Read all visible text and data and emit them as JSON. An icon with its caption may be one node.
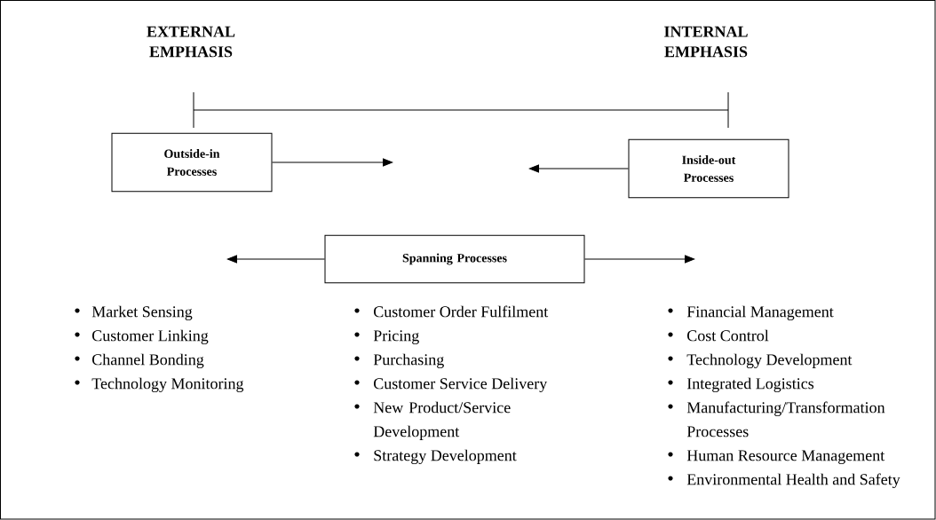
{
  "diagram": {
    "nodes": [
      {
        "text": [
          "Outside-in Processes"
        ]
      },
      {
        "text": [
          "Inside-out Processes"
        ]
      },
      {
        "text": [
          "Spanning Processes"
        ]
      }
    ],
    "edges": [
      {
        "from": 0,
        "to": null,
        "arrow": "to"
      },
      {
        "from": 1,
        "to": null,
        "arrow": "to"
      },
      {
        "from": 2,
        "to": null,
        "arrow": "to"
      },
      {
        "from": 2,
        "to": null,
        "arrow": "to"
      }
    ],
    "labels": [
      "EXTERNAL EMPHASIS",
      "INTERNAL EMPHASIS",
      "Market Sensing",
      "Customer Linking",
      "Channel Bonding",
      "Technology Monitoring",
      "Customer Order Fulfilment",
      "Pricing",
      "Purchasing",
      "Customer Service Delivery",
      "New Product/Service Development",
      "Strategy Development",
      "Financial Management",
      "Cost Control",
      "Technology Development",
      "Integrated Logistics",
      "Manufacturing/Transformation Processes",
      "Human Resource Management",
      "Environmental Health and Safety"
    ]
  }
}
